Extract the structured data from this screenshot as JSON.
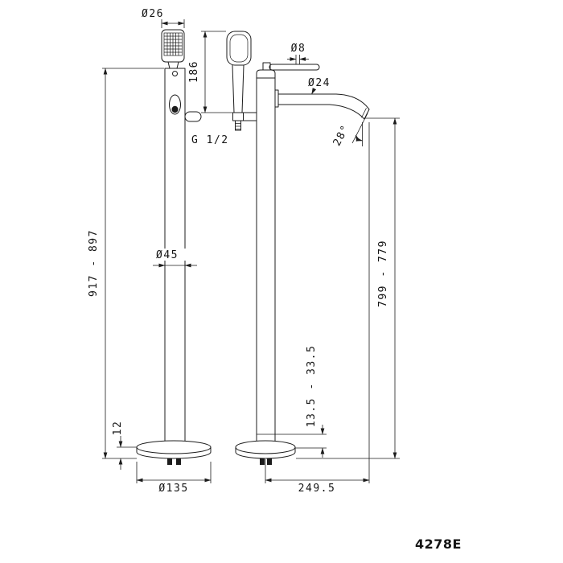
{
  "drawing": {
    "model_number": "4278E",
    "line_color": "#1c1c1c",
    "labels": {
      "handshower_head_diameter": "Ø26",
      "handshower_length": "186",
      "lever_diameter": "Ø8",
      "spout_tube_diameter": "Ø24",
      "overall_height_range": "917 - 897",
      "column_diameter": "Ø45",
      "connection_thread": "G 1/2",
      "spout_height_range": "799 - 779",
      "spout_angle": "28°",
      "base_adjustment_range": "13.5 - 33.5",
      "base_plate_thickness": "12",
      "base_plate_diameter": "Ø135",
      "spout_reach": "249.5"
    }
  }
}
